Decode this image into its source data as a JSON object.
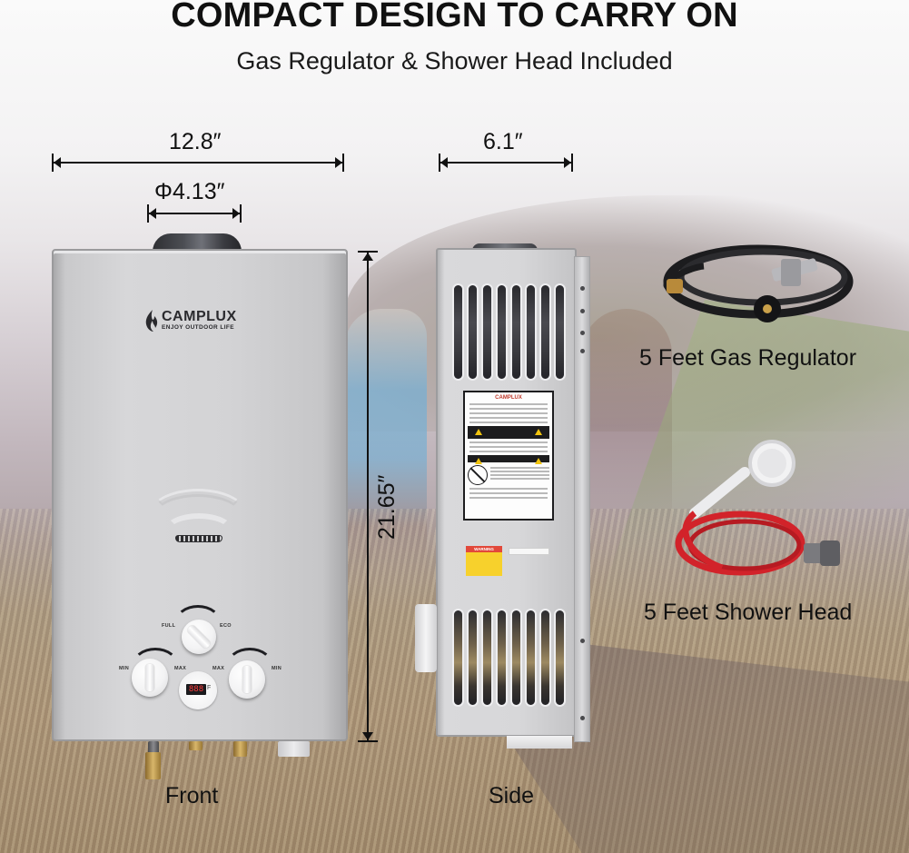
{
  "header": {
    "title": "COMPACT DESIGN TO CARRY ON",
    "subtitle": "Gas Regulator & Shower Head Included"
  },
  "dimensions": {
    "front_width": "12.8″",
    "flue_diameter": "Φ4.13″",
    "side_depth": "6.1″",
    "height": "21.65″"
  },
  "product": {
    "brand": "CAMPLUX",
    "tagline": "ENJOY OUTDOOR LIFE",
    "controls": {
      "top_knob_left": "FULL",
      "top_knob_right": "ECO",
      "left_knob_min": "MIN",
      "left_knob_max": "MAX",
      "right_knob_max": "MAX",
      "right_knob_min": "MIN",
      "display_value": "888",
      "display_unit": "F"
    },
    "side_sticker": {
      "brand": "CAMPLUX",
      "warning": "WARNING"
    }
  },
  "views": {
    "front": "Front",
    "side": "Side"
  },
  "accessories": [
    {
      "label": "5 Feet Gas Regulator",
      "icon": "gas-regulator-hose"
    },
    {
      "label": "5 Feet Shower Head",
      "icon": "shower-head-hose"
    }
  ],
  "colors": {
    "heater_body": "#d3d3d5",
    "shower_hose": "#d2232a",
    "regulator_hose": "#1e1e20",
    "text": "#111111"
  }
}
